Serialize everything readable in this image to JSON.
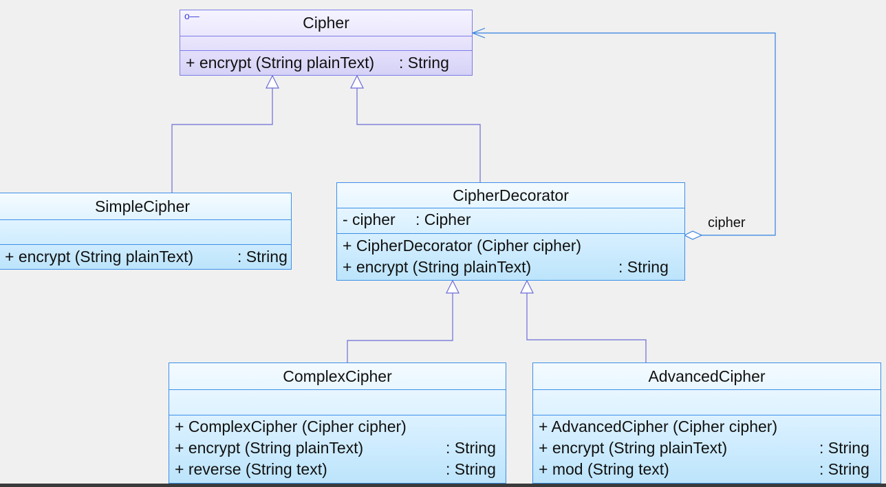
{
  "diagram": {
    "classes": {
      "cipher": {
        "name": "Cipher",
        "stereotype_icon": "interface-lollipop-icon",
        "attributes": [],
        "operations": [
          {
            "signature": "+  encrypt (String plainText)",
            "returns": ": String"
          }
        ]
      },
      "simple_cipher": {
        "name": "SimpleCipher",
        "attributes": [],
        "operations": [
          {
            "signature": "+  encrypt (String plainText)",
            "returns": ": String"
          }
        ]
      },
      "cipher_decorator": {
        "name": "CipherDecorator",
        "attributes": [
          {
            "signature": "-  cipher",
            "returns": ": Cipher"
          }
        ],
        "operations": [
          {
            "signature": "+  CipherDecorator (Cipher cipher)",
            "returns": ""
          },
          {
            "signature": "+  encrypt (String plainText)",
            "returns": ": String"
          }
        ]
      },
      "complex_cipher": {
        "name": "ComplexCipher",
        "attributes": [],
        "operations": [
          {
            "signature": "+  ComplexCipher (Cipher cipher)",
            "returns": ""
          },
          {
            "signature": "+  encrypt (String plainText)",
            "returns": ": String"
          },
          {
            "signature": "+  reverse (String text)",
            "returns": ": String"
          }
        ]
      },
      "advanced_cipher": {
        "name": "AdvancedCipher",
        "attributes": [],
        "operations": [
          {
            "signature": "+  AdvancedCipher (Cipher cipher)",
            "returns": ""
          },
          {
            "signature": "+  encrypt (String plainText)",
            "returns": ": String"
          },
          {
            "signature": "+  mod (String text)",
            "returns": ": String"
          }
        ]
      }
    },
    "associations": [
      {
        "from": "CipherDecorator",
        "to": "Cipher",
        "kind": "aggregation",
        "role": "cipher"
      }
    ],
    "realizations": [
      {
        "from": "SimpleCipher",
        "to": "Cipher"
      },
      {
        "from": "CipherDecorator",
        "to": "Cipher"
      }
    ],
    "generalizations": [
      {
        "from": "ComplexCipher",
        "to": "CipherDecorator"
      },
      {
        "from": "AdvancedCipher",
        "to": "CipherDecorator"
      }
    ],
    "colors": {
      "class_border": "#3c8ee8",
      "interface_border": "#7a7ae8",
      "inheritance_line": "#6b6bd6",
      "association_line": "#2f7fe0"
    }
  }
}
